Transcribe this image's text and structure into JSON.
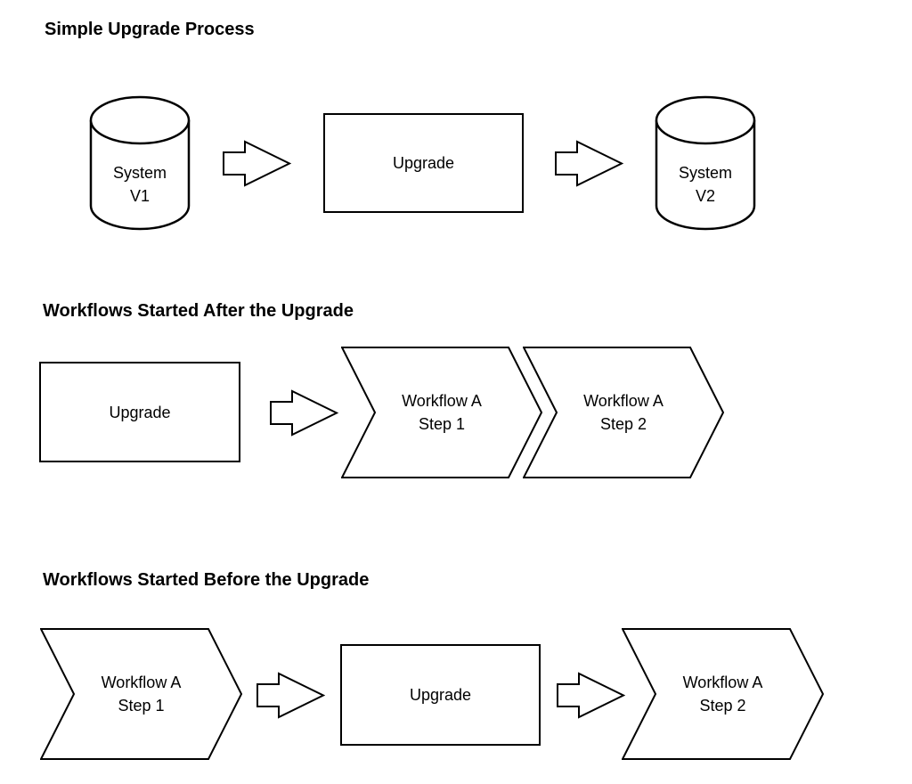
{
  "diagram": {
    "colors": {
      "stroke": "#000000",
      "fill": "#ffffff",
      "text": "#000000",
      "background": "#ffffff"
    },
    "sections": [
      {
        "title": "Simple Upgrade Process",
        "nodes": {
          "system_v1": "System\nV1",
          "upgrade": "Upgrade",
          "system_v2": "System\nV2"
        }
      },
      {
        "title": "Workflows Started After the Upgrade",
        "nodes": {
          "upgrade": "Upgrade",
          "step1": "Workflow A\nStep 1",
          "step2": "Workflow A\nStep 2"
        }
      },
      {
        "title": "Workflows Started Before the Upgrade",
        "nodes": {
          "step1": "Workflow A\nStep 1",
          "upgrade": "Upgrade",
          "step2": "Workflow A\nStep 2"
        }
      }
    ]
  }
}
